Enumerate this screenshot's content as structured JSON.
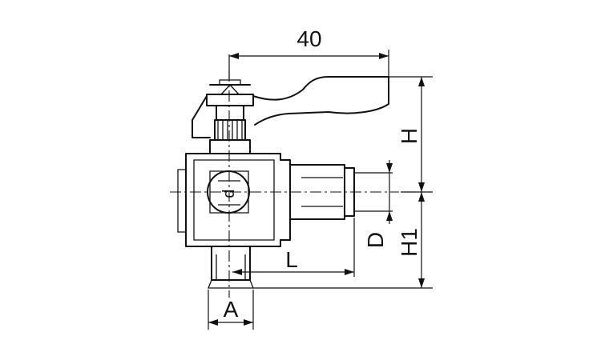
{
  "labels": {
    "width_dim": "40",
    "height_upper": "H",
    "height_lower": "H1",
    "diameter": "D",
    "length": "L",
    "thread": "A",
    "port_mark": "d"
  }
}
